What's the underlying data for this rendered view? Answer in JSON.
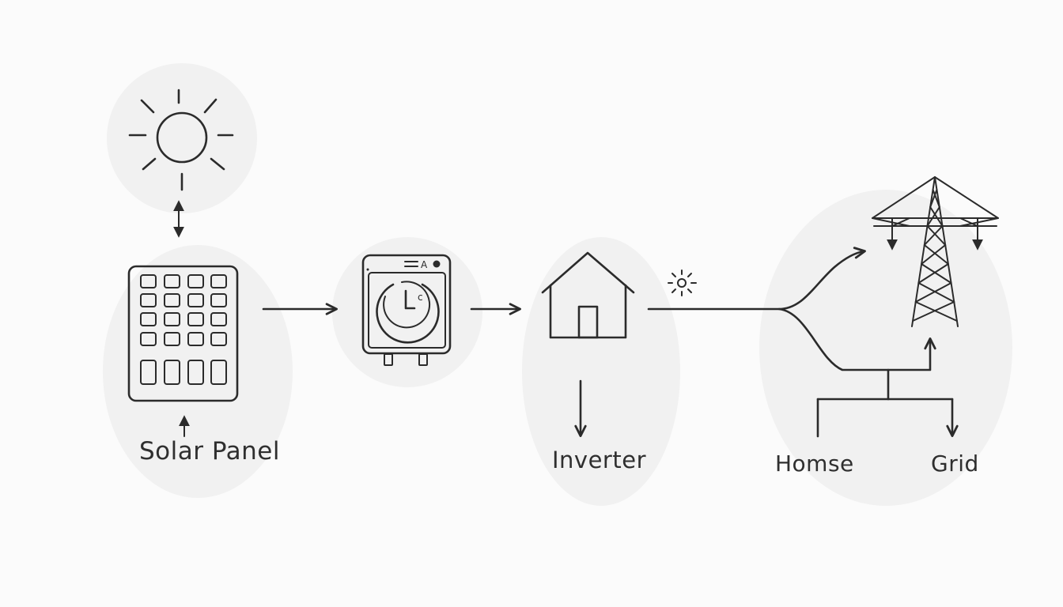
{
  "labels": {
    "solar_panel": "Solar Panel",
    "inverter": "Inverter",
    "house": "Homse",
    "grid": "Grid"
  },
  "inverter_device": {
    "badge_text": "A",
    "dial_text": "c"
  },
  "icons": [
    "sun-icon",
    "solar-panel-icon",
    "inverter-icon",
    "house-icon",
    "small-sun-icon",
    "transmission-tower-icon"
  ],
  "colors": {
    "stroke": "#2b2b2b",
    "background": "#fbfbfb",
    "glow": "#f1f1f1"
  }
}
